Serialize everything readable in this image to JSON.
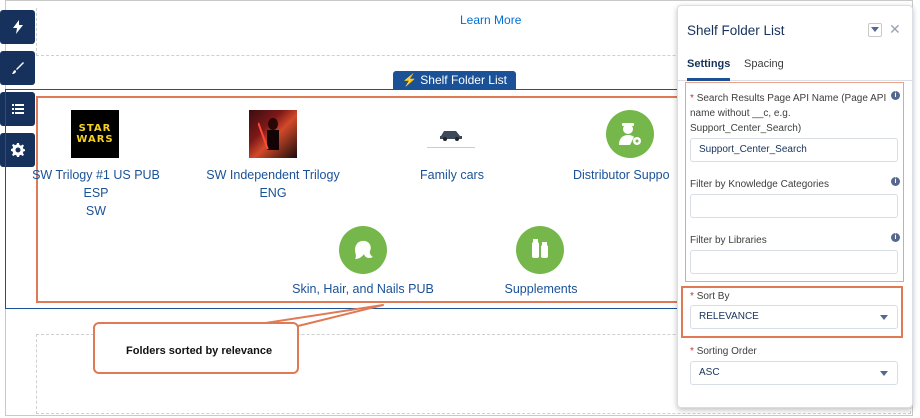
{
  "canvas": {
    "learn_more": "Learn More"
  },
  "toolbar": {
    "buttons": [
      {
        "name": "lightning-button",
        "icon": "lightning-icon"
      },
      {
        "name": "brush-button",
        "icon": "brush-icon"
      },
      {
        "name": "list-button",
        "icon": "list-icon"
      },
      {
        "name": "settings-button",
        "icon": "gear-icon"
      }
    ]
  },
  "component": {
    "tab_label": "⚡ Shelf Folder List",
    "folders": [
      {
        "label_line1": "SW Trilogy #1 US PUB ESP",
        "label_line2": "SW",
        "image_text_1": "STAR",
        "image_text_2": "WARS"
      },
      {
        "label_line1": "SW Independent Trilogy",
        "label_line2": "ENG"
      },
      {
        "label_line1": "Family cars",
        "label_line2": ""
      },
      {
        "label_line1": "Distributor Suppo",
        "label_line2": ""
      },
      {
        "label_line1": "Skin, Hair, and Nails PUB",
        "label_line2": ""
      },
      {
        "label_line1": "Supplements",
        "label_line2": ""
      }
    ]
  },
  "callout": {
    "text": "Folders sorted by relevance"
  },
  "panel": {
    "title": "Shelf Folder List",
    "tabs": [
      {
        "label": "Settings"
      },
      {
        "label": "Spacing"
      }
    ],
    "fields": {
      "search_page": {
        "label_line1": "Search Results Page API Name (Page API",
        "label_line2": "name without __c, e.g.",
        "label_line3": "Support_Center_Search)",
        "value": "Support_Center_Search"
      },
      "knowledge_categories": {
        "label": "Filter by Knowledge Categories",
        "value": ""
      },
      "libraries": {
        "label": "Filter by Libraries",
        "value": ""
      },
      "sort_by": {
        "label": "Sort By",
        "value": "RELEVANCE"
      },
      "sorting_order": {
        "label": "Sorting Order",
        "value": "ASC"
      }
    }
  },
  "colors": {
    "accent": "#1b5297",
    "highlight": "#e07a54",
    "icon_green": "#75b74a",
    "toolbar": "#16325c"
  }
}
